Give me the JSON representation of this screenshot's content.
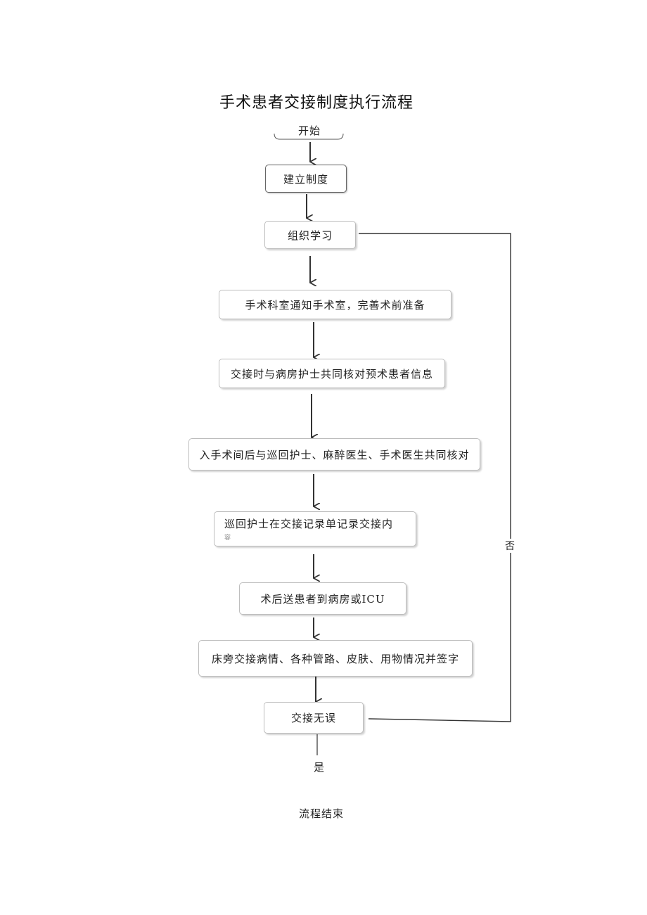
{
  "title": "手术患者交接制度执行流程",
  "start": "开始",
  "steps": {
    "s1": "建立制度",
    "s2": "组织学习",
    "s3": "手术科室通知手术室，完善术前准备",
    "s4": "交接时与病房护士共同核对预术患者信息",
    "s5": "入手术间后与巡回护士、麻醉医生、手术医生共同核对",
    "s6": "巡回护士在交接记录单记录交接内",
    "s6_tail": "容",
    "s7": "术后送患者到病房或ICU",
    "s8": "床旁交接病情、各种管路、皮肤、用物情况并签字",
    "decision": "交接无误"
  },
  "branch_no": "否",
  "branch_yes": "是",
  "end": "流程结束"
}
